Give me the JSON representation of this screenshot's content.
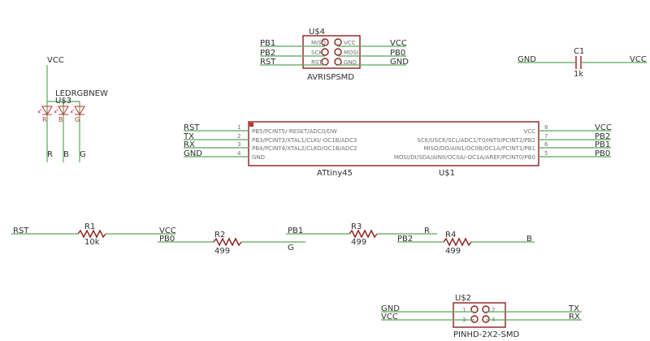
{
  "title": "",
  "components": {
    "u4": {
      "refdes": "U$4",
      "value": "AVRISPSMD",
      "pins_left": [
        "MISO",
        "SCK",
        "RST"
      ],
      "pins_right": [
        "VCC",
        "MOSI",
        "GND"
      ],
      "nets_left": [
        "PB1",
        "PB2",
        "RST"
      ],
      "nets_right": [
        "VCC",
        "PB0",
        "GND"
      ]
    },
    "c1": {
      "refdes": "C1",
      "value": "1k",
      "net_left": "GND",
      "net_right": "VCC"
    },
    "u3": {
      "refdes": "U$3",
      "value": "LEDRGBNEW",
      "net_top": "VCC",
      "net_r": "R",
      "net_b": "B",
      "net_g": "G",
      "letters": [
        "R",
        "B",
        "G"
      ]
    },
    "u1": {
      "refdes": "U$1",
      "value": "ATtiny45",
      "left_pins": [
        {
          "num": "1",
          "name": "PB5/PCINT5/-RESET/ADC0/DW",
          "net": "RST"
        },
        {
          "num": "2",
          "name": "PB3/PCINT3/XTAL1/CLKI/-OC1B/ADC3",
          "net": "TX"
        },
        {
          "num": "3",
          "name": "PB4/PCINT4/XTAL2/CLKO/OC1B/ADC2",
          "net": "RX"
        },
        {
          "num": "4",
          "name": "GND",
          "net": "GND"
        }
      ],
      "right_pins": [
        {
          "num": "8",
          "name": "VCC",
          "net": "VCC"
        },
        {
          "num": "7",
          "name": "SCK/USCK/SCL/ADC1/T0/INT0/PCINT2/PB2",
          "net": "PB2"
        },
        {
          "num": "6",
          "name": "MISO/DO/AIN1/OC0B/OC1A/PCINT1/PB1",
          "net": "PB1"
        },
        {
          "num": "5",
          "name": "MOSI/DI/SDA/AIN0/OC0A/-OC1A/AREF/PCINT0/PB0",
          "net": "PB0"
        }
      ]
    },
    "r1": {
      "refdes": "R1",
      "value": "10k",
      "net_left": "RST",
      "net_right": "VCC"
    },
    "r2": {
      "refdes": "R2",
      "value": "499",
      "net_left": "PB0",
      "net_right": "G"
    },
    "r3": {
      "refdes": "R3",
      "value": "499",
      "net_left": "PB1",
      "net_right": "R"
    },
    "r4": {
      "refdes": "R4",
      "value": "499",
      "net_left": "PB2",
      "net_right": "B"
    },
    "u2": {
      "refdes": "U$2",
      "value": "PINHD-2X2-SMD",
      "pins": [
        "1",
        "2",
        "3",
        "4"
      ],
      "nets_left": [
        "GND",
        "VCC"
      ],
      "nets_right": [
        "TX",
        "RX"
      ]
    }
  },
  "colors": {
    "wire": "#5aa85a",
    "body": "#8c1f1f",
    "text": "#2f2f2f"
  }
}
